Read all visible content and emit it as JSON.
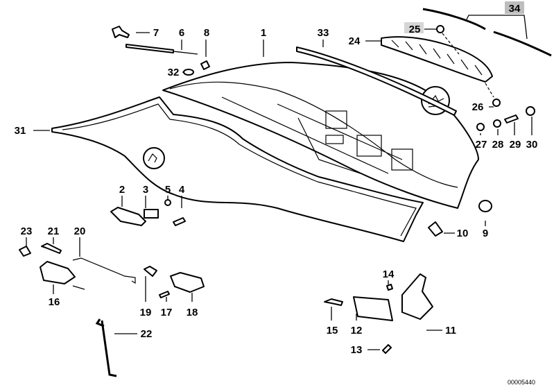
{
  "diagram": {
    "reference_number": "00005440",
    "callouts": [
      "1",
      "2",
      "3",
      "4",
      "5",
      "6",
      "7",
      "8",
      "9",
      "10",
      "11",
      "12",
      "13",
      "14",
      "15",
      "16",
      "17",
      "18",
      "19",
      "20",
      "21",
      "22",
      "23",
      "24",
      "25",
      "26",
      "27",
      "28",
      "29",
      "30",
      "31",
      "32",
      "33",
      "34"
    ]
  }
}
